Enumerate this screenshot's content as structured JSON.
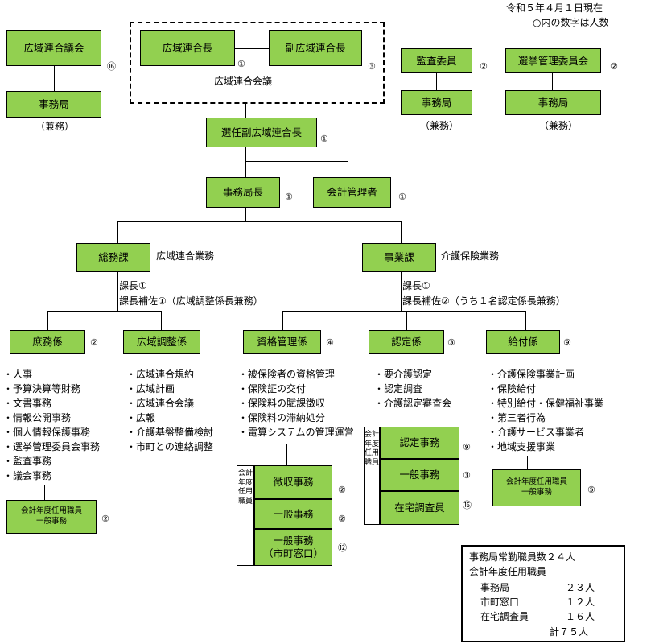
{
  "header": {
    "date": "令和５年４月１日現在",
    "note": "○内の数字は人数"
  },
  "top": {
    "assembly": {
      "label": "広域連合議会",
      "count": "⑯"
    },
    "assembly_office": {
      "label": "事務局",
      "note": "（兼務）"
    },
    "chief": {
      "label": "広域連合長",
      "count": "①"
    },
    "vice_chief": {
      "label": "副広域連合長",
      "count": "③"
    },
    "council": "広域連合会議",
    "auditor": {
      "label": "監査委員",
      "count": "②"
    },
    "auditor_office": {
      "label": "事務局",
      "note": "（兼務）"
    },
    "election": {
      "label": "選挙管理委員会",
      "count": "②"
    },
    "election_office": {
      "label": "事務局",
      "note": "（兼務）"
    },
    "elected_vice": {
      "label": "選任副広域連合長",
      "count": "①"
    },
    "director": {
      "label": "事務局長",
      "count": "①"
    },
    "accountant": {
      "label": "会計管理者",
      "count": "①"
    }
  },
  "divisions": {
    "general": {
      "label": "総務課",
      "duty": "広域連合業務",
      "chief": "課長①",
      "assistant": "課長補佐①（広域調整係長兼務）"
    },
    "business": {
      "label": "事業課",
      "duty": "介護保険業務",
      "chief": "課長①",
      "assistant": "課長補佐②（うち１名認定係長兼務）"
    }
  },
  "sections": {
    "shomu": {
      "label": "庶務係",
      "count": "②",
      "items": [
        "・人事",
        "・予算決算等財務",
        "・文書事務",
        "・情報公開事務",
        "・個人情報保護事務",
        "・選挙管理委員会事務",
        "・監査事務",
        "・議会事務"
      ],
      "staff": {
        "line1": "会計年度任用職員",
        "line2": "一般事務",
        "count": "②"
      }
    },
    "koiki": {
      "label": "広域調整係",
      "items": [
        "・広域連合規約",
        "・広域計画",
        "・広域連合会議",
        "・広報",
        "・介護基盤整備検討",
        "・市町との連絡調整"
      ]
    },
    "shikaku": {
      "label": "資格管理係",
      "count": "④",
      "items": [
        "・被保険者の資格管理",
        "・保険証の交付",
        "・保険料の賦課徴収",
        "・保険料の滞納処分",
        "・電算システムの管理運営"
      ],
      "vertical": "会計年度任用職員",
      "sub": [
        {
          "line1": "徴収事務",
          "line2": "",
          "count": "②"
        },
        {
          "line1": "一般事務",
          "line2": "",
          "count": "②"
        },
        {
          "line1": "一般事務",
          "line2": "（市町窓口）",
          "count": "⑫"
        }
      ]
    },
    "nintei": {
      "label": "認定係",
      "count": "③",
      "items": [
        "・要介護認定",
        "・認定調査",
        "・介護認定審査会"
      ],
      "vertical": "会計年度任用職員",
      "sub": [
        {
          "label": "認定事務",
          "count": "⑨"
        },
        {
          "label": "一般事務",
          "count": "③"
        },
        {
          "label": "在宅調査員",
          "count": "⑯"
        }
      ]
    },
    "kyufu": {
      "label": "給付係",
      "count": "⑨",
      "items": [
        "・介護保険事業計画",
        "・保険給付",
        "・特別給付・保健福祉事業",
        "・第三者行為",
        "・介護サービス事業者",
        "・地域支援事業"
      ],
      "staff": {
        "line1": "会計年度任用職員",
        "line2": "一般事務",
        "count": "⑤"
      }
    }
  },
  "summary": {
    "regular": "事務局常勤職員数２４人",
    "fiscal_title": "会計年度任用職員",
    "rows": [
      {
        "label": "事務局",
        "value": "２３人"
      },
      {
        "label": "市町窓口",
        "value": "１２人"
      },
      {
        "label": "在宅調査員",
        "value": "１６人"
      }
    ],
    "total": "計７５人"
  }
}
